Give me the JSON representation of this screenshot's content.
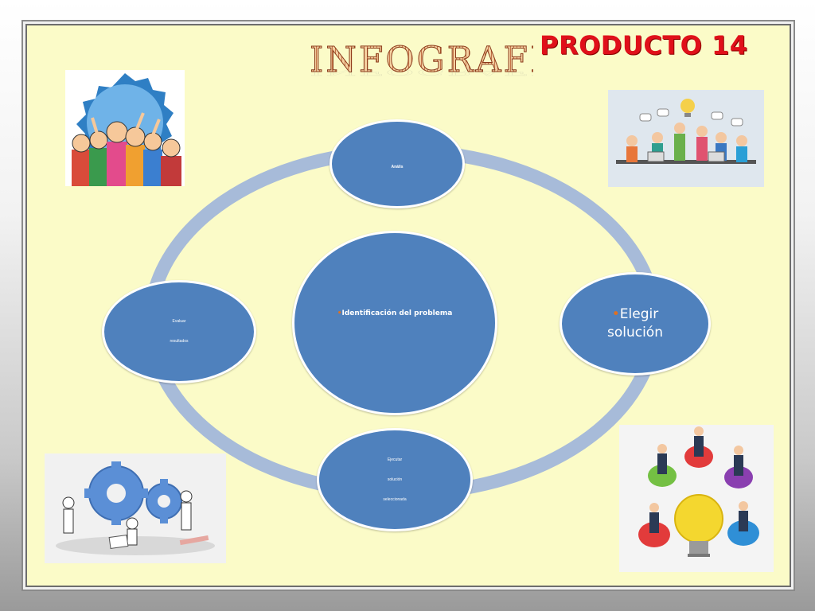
{
  "slide": {
    "heading": "INFOGRAFIA",
    "product_title": "PRODUCTO 14"
  },
  "diagram": {
    "center": {
      "bullet": "•",
      "text": "Identificación del problema"
    },
    "top": {
      "text": "Anális"
    },
    "right": {
      "bullet": "•",
      "line1": "Elegir",
      "line2": "solución"
    },
    "bottom": {
      "line1": "Ejecutar",
      "line2": "solución",
      "line3": "seleccionada"
    },
    "left": {
      "line1": "Evaluar",
      "line2": "resultados"
    }
  },
  "colors": {
    "slide_background": "#fbfbc8",
    "node_fill": "#4f81bd",
    "ring": "#a7bbd9",
    "title_red": "#e0101a"
  },
  "images": {
    "top_left": "celebrating-group-badge",
    "top_right": "team-meeting-idea-bulb",
    "bottom_left": "workers-with-gears",
    "bottom_right": "business-people-light-bulb"
  }
}
